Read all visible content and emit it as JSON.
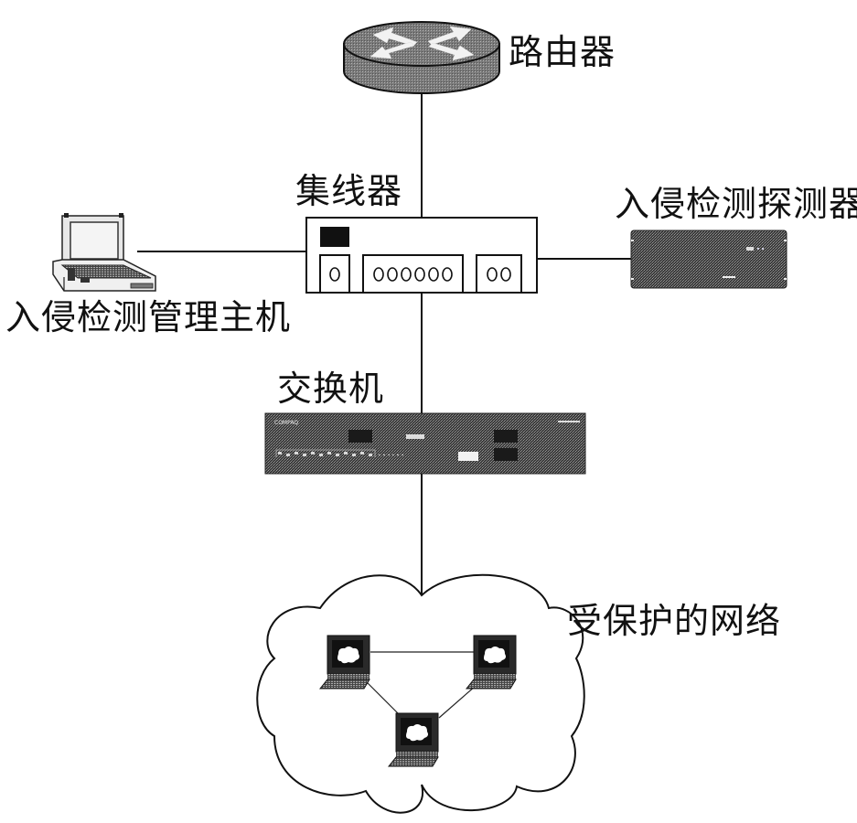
{
  "diagram": {
    "title": "入侵检测系统网络部署示意图",
    "nodes": [
      {
        "id": "router",
        "label": "路由器",
        "icon": "router-icon"
      },
      {
        "id": "hub",
        "label": "集线器",
        "icon": "hub-icon",
        "port_groups": [
          "O",
          "OOOOOO",
          "OO"
        ]
      },
      {
        "id": "ids_manager",
        "label": "入侵检测管理主机",
        "icon": "laptop-icon"
      },
      {
        "id": "ids_sensor",
        "label": "入侵检测探测器",
        "icon": "sensor-appliance-icon"
      },
      {
        "id": "switch",
        "label": "交换机",
        "icon": "switch-icon",
        "brand_text": "COMPAQ"
      },
      {
        "id": "protected_network",
        "label": "受保护的网络",
        "icon": "cloud-icon",
        "hosts": [
          "workstation-1",
          "workstation-2",
          "workstation-3"
        ]
      }
    ],
    "edges": [
      {
        "from": "router",
        "to": "hub"
      },
      {
        "from": "ids_manager",
        "to": "hub"
      },
      {
        "from": "hub",
        "to": "ids_sensor"
      },
      {
        "from": "hub",
        "to": "switch"
      },
      {
        "from": "switch",
        "to": "protected_network"
      },
      {
        "from": "workstation-1",
        "to": "workstation-2"
      },
      {
        "from": "workstation-1",
        "to": "workstation-3"
      },
      {
        "from": "workstation-2",
        "to": "workstation-3"
      }
    ]
  },
  "colors": {
    "line": "#111111",
    "device_dark": "#2a2a2a",
    "device_mid": "#6b6b6b",
    "background": "#ffffff"
  }
}
